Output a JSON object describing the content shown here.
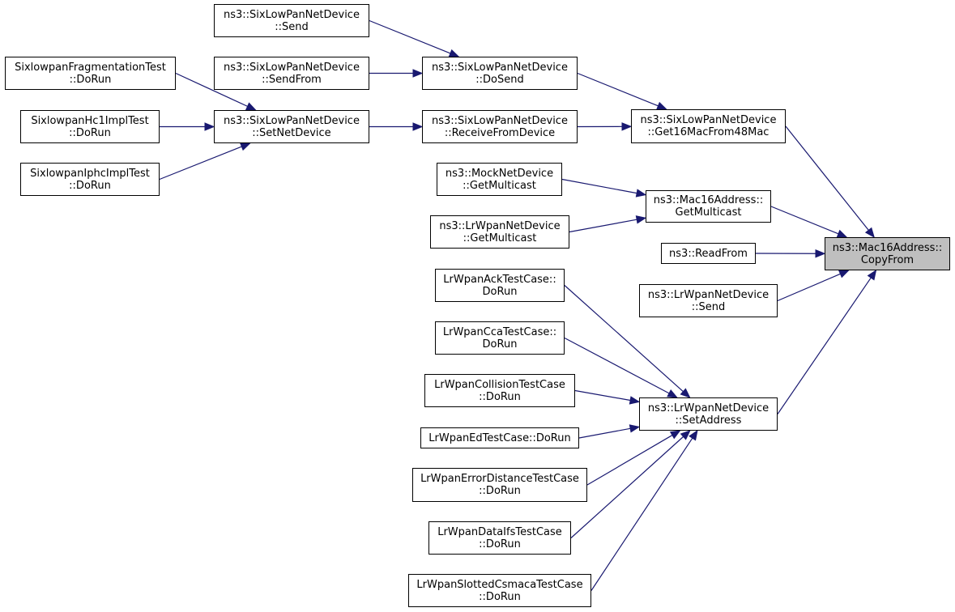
{
  "graph": {
    "edge_color": "#191970",
    "root_fill": "#bfbfbf",
    "nodes": {
      "copyfrom": {
        "lines": [
          "ns3::Mac16Address::",
          "CopyFrom"
        ],
        "root": true
      },
      "get16mac": {
        "lines": [
          "ns3::SixLowPanNetDevice",
          "::Get16MacFrom48Mac"
        ]
      },
      "getmulticast": {
        "lines": [
          "ns3::Mac16Address::",
          "GetMulticast"
        ]
      },
      "readfrom": {
        "lines": [
          "ns3::ReadFrom"
        ]
      },
      "lrsend": {
        "lines": [
          "ns3::LrWpanNetDevice",
          "::Send"
        ]
      },
      "setaddress": {
        "lines": [
          "ns3::LrWpanNetDevice",
          "::SetAddress"
        ]
      },
      "dosend": {
        "lines": [
          "ns3::SixLowPanNetDevice",
          "::DoSend"
        ]
      },
      "receivefrom": {
        "lines": [
          "ns3::SixLowPanNetDevice",
          "::ReceiveFromDevice"
        ]
      },
      "mockgetmc": {
        "lines": [
          "ns3::MockNetDevice",
          "::GetMulticast"
        ]
      },
      "lrgetmc": {
        "lines": [
          "ns3::LrWpanNetDevice",
          "::GetMulticast"
        ]
      },
      "sixsend": {
        "lines": [
          "ns3::SixLowPanNetDevice",
          "::Send"
        ]
      },
      "sendfrom": {
        "lines": [
          "ns3::SixLowPanNetDevice",
          "::SendFrom"
        ]
      },
      "setnetdevice": {
        "lines": [
          "ns3::SixLowPanNetDevice",
          "::SetNetDevice"
        ]
      },
      "fragtest": {
        "lines": [
          "SixlowpanFragmentationTest",
          "::DoRun"
        ]
      },
      "hc1test": {
        "lines": [
          "SixlowpanHc1ImplTest",
          "::DoRun"
        ]
      },
      "iphctest": {
        "lines": [
          "SixlowpanIphcImplTest",
          "::DoRun"
        ]
      },
      "acktest": {
        "lines": [
          "LrWpanAckTestCase::",
          "DoRun"
        ]
      },
      "ccatest": {
        "lines": [
          "LrWpanCcaTestCase::",
          "DoRun"
        ]
      },
      "collisiontest": {
        "lines": [
          "LrWpanCollisionTestCase",
          "::DoRun"
        ]
      },
      "edtest": {
        "lines": [
          "LrWpanEdTestCase::DoRun"
        ]
      },
      "errordisttest": {
        "lines": [
          "LrWpanErrorDistanceTestCase",
          "::DoRun"
        ]
      },
      "dataifstest": {
        "lines": [
          "LrWpanDataIfsTestCase",
          "::DoRun"
        ]
      },
      "slottedtest": {
        "lines": [
          "LrWpanSlottedCsmacaTestCase",
          "::DoRun"
        ]
      }
    },
    "edges": [
      [
        "get16mac",
        "copyfrom"
      ],
      [
        "getmulticast",
        "copyfrom"
      ],
      [
        "readfrom",
        "copyfrom"
      ],
      [
        "lrsend",
        "copyfrom"
      ],
      [
        "setaddress",
        "copyfrom"
      ],
      [
        "dosend",
        "get16mac"
      ],
      [
        "receivefrom",
        "get16mac"
      ],
      [
        "sixsend",
        "dosend"
      ],
      [
        "sendfrom",
        "dosend"
      ],
      [
        "setnetdevice",
        "receivefrom"
      ],
      [
        "fragtest",
        "setnetdevice"
      ],
      [
        "hc1test",
        "setnetdevice"
      ],
      [
        "iphctest",
        "setnetdevice"
      ],
      [
        "mockgetmc",
        "getmulticast"
      ],
      [
        "lrgetmc",
        "getmulticast"
      ],
      [
        "acktest",
        "setaddress"
      ],
      [
        "ccatest",
        "setaddress"
      ],
      [
        "collisiontest",
        "setaddress"
      ],
      [
        "edtest",
        "setaddress"
      ],
      [
        "errordisttest",
        "setaddress"
      ],
      [
        "dataifstest",
        "setaddress"
      ],
      [
        "slottedtest",
        "setaddress"
      ]
    ]
  }
}
